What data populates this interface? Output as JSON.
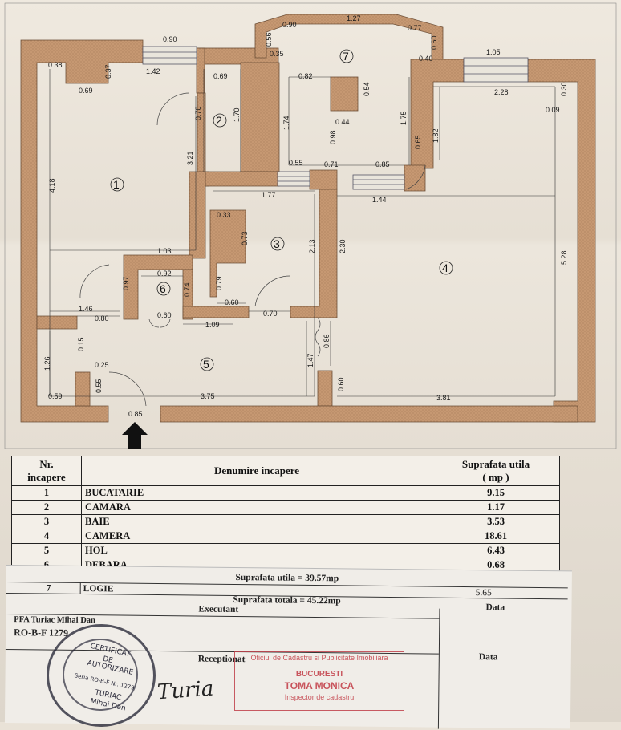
{
  "dimensions": {
    "top_window_left": "0.90",
    "d038": "0.38",
    "d037": "0.37",
    "d142": "1.42",
    "d069a": "0.69",
    "d069b": "0.69",
    "d170": "1.70",
    "d070": "0.70",
    "d321": "3.21",
    "d418": "4.18",
    "d056": "0.56",
    "d035": "0.35",
    "d090b": "0.90",
    "d127": "1.27",
    "d077": "0.77",
    "d060a": "0.60",
    "d040": "0.40",
    "d105": "1.05",
    "d082": "0.82",
    "d054": "0.54",
    "d174": "1.74",
    "d044": "0.44",
    "d098": "0.98",
    "d175": "1.75",
    "d228": "2.28",
    "d030": "0.30",
    "d009": "0.09",
    "d065": "0.65",
    "d182": "1.82",
    "d055": "0.55",
    "d071": "0.71",
    "d085a": "0.85",
    "d177": "1.77",
    "d144": "1.44",
    "d033": "0.33",
    "d073": "0.73",
    "d213": "2.13",
    "d230": "2.30",
    "d528": "5.28",
    "d103": "1.03",
    "d097": "0.97",
    "d092": "0.92",
    "d074": "0.74",
    "d079": "0.79",
    "d060b": "0.60",
    "d070b": "0.70",
    "d146": "1.46",
    "d080": "0.80",
    "d060c": "0.60",
    "d109": "1.09",
    "d015": "0.15",
    "d086": "0.86",
    "d147": "1.47",
    "d126": "1.26",
    "d025": "0.25",
    "d055b": "0.55",
    "d060d": "0.60",
    "d059": "0.59",
    "d375": "3.75",
    "d381": "3.81",
    "d085b": "0.85"
  },
  "room_labels": [
    "1",
    "2",
    "3",
    "4",
    "5",
    "6",
    "7"
  ],
  "table": {
    "header": {
      "nr": "Nr.",
      "nr2": "incapere",
      "name": "Denumire incapere",
      "area": "Suprafata utila",
      "area2": "( mp )"
    },
    "rows": [
      {
        "nr": "1",
        "name": "BUCATARIE",
        "area": "9.15"
      },
      {
        "nr": "2",
        "name": "CAMARA",
        "area": "1.17"
      },
      {
        "nr": "3",
        "name": "BAIE",
        "area": "3.53"
      },
      {
        "nr": "4",
        "name": "CAMERA",
        "area": "18.61"
      },
      {
        "nr": "5",
        "name": "HOL",
        "area": "6.43"
      },
      {
        "nr": "6",
        "name": "DEBARA",
        "area": "0.68"
      }
    ]
  },
  "lower": {
    "util": "Suprafata utila = 39.57mp",
    "logie_nr": "7",
    "logie_name": "LOGIE",
    "logie_area": "5.65",
    "total": "Suprafata totala = 45.22mp",
    "executant": "Executant",
    "data1": "Data",
    "pfa": "PFA Turiac Mihai Dan",
    "rob": "RO-B-F 1279",
    "data2": "Data",
    "receptionat": "Receptionat",
    "agency": "Oficiul de Cadastru si Publicitate Imobiliara",
    "city": "BUCURESTI",
    "inspector_name": "TOMA MONICA",
    "inspector_role": "Inspector de cadastru",
    "signature": "Turia",
    "stamp_line1": "CERTIFICAT",
    "stamp_line2": "DE",
    "stamp_line3": "AUTORIZARE",
    "stamp_line4": "Seria RO-B-F  Nr. 1279",
    "stamp_line5": "TURIAC",
    "stamp_line6": "Mihai Dan"
  },
  "colors": {
    "wall": "#c69872",
    "wall_edge": "#7a5a3e",
    "red_stamp": "#c23a44"
  }
}
